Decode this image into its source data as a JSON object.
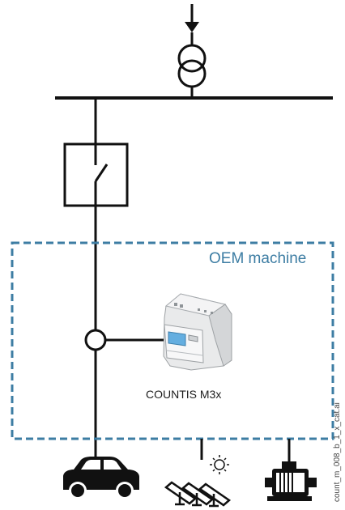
{
  "oem_machine_label": "OEM machine",
  "meter_label": "COUNTIS M3x",
  "reference_code": "count_m_008_b_1_x_cat.ai",
  "colors": {
    "line": "#111111",
    "oem_boundary": "#3d7da3",
    "meter_body": "#e9eaeb",
    "meter_screen": "#64aee0",
    "meter_text": "#1c1c1c"
  },
  "icons": [
    "incoming-supply-arrow-icon",
    "transformer-icon",
    "switch-icon",
    "current-sensor-icon",
    "meter-icon",
    "car-icon",
    "sun-icon",
    "solar-panels-icon",
    "motor-icon"
  ]
}
